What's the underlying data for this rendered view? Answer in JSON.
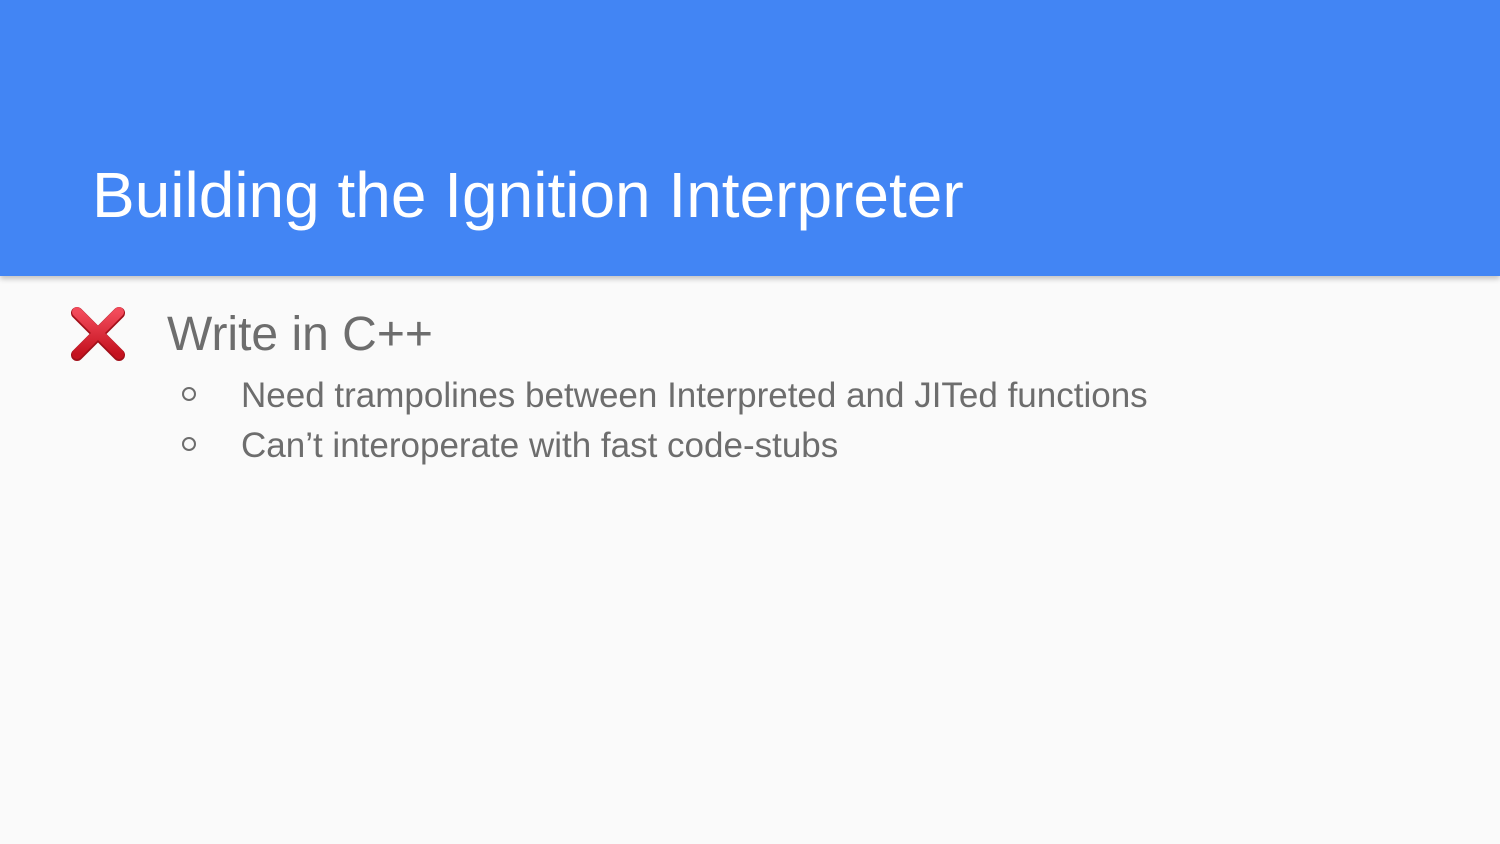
{
  "slide": {
    "title": "Building the Ignition Interpreter",
    "colors": {
      "header_bg": "#4285f4",
      "body_bg": "#fafafa",
      "text": "#6d6d6d",
      "title_text": "#ffffff",
      "icon": "#dd2e44"
    },
    "items": [
      {
        "icon": "cross-mark-icon",
        "text": "Write in C++",
        "sub_items": [
          {
            "bullet": "hollow-circle-bullet",
            "text": "Need trampolines between Interpreted and JITed functions"
          },
          {
            "bullet": "hollow-circle-bullet",
            "text": "Can’t interoperate with fast code-stubs"
          }
        ]
      }
    ]
  }
}
